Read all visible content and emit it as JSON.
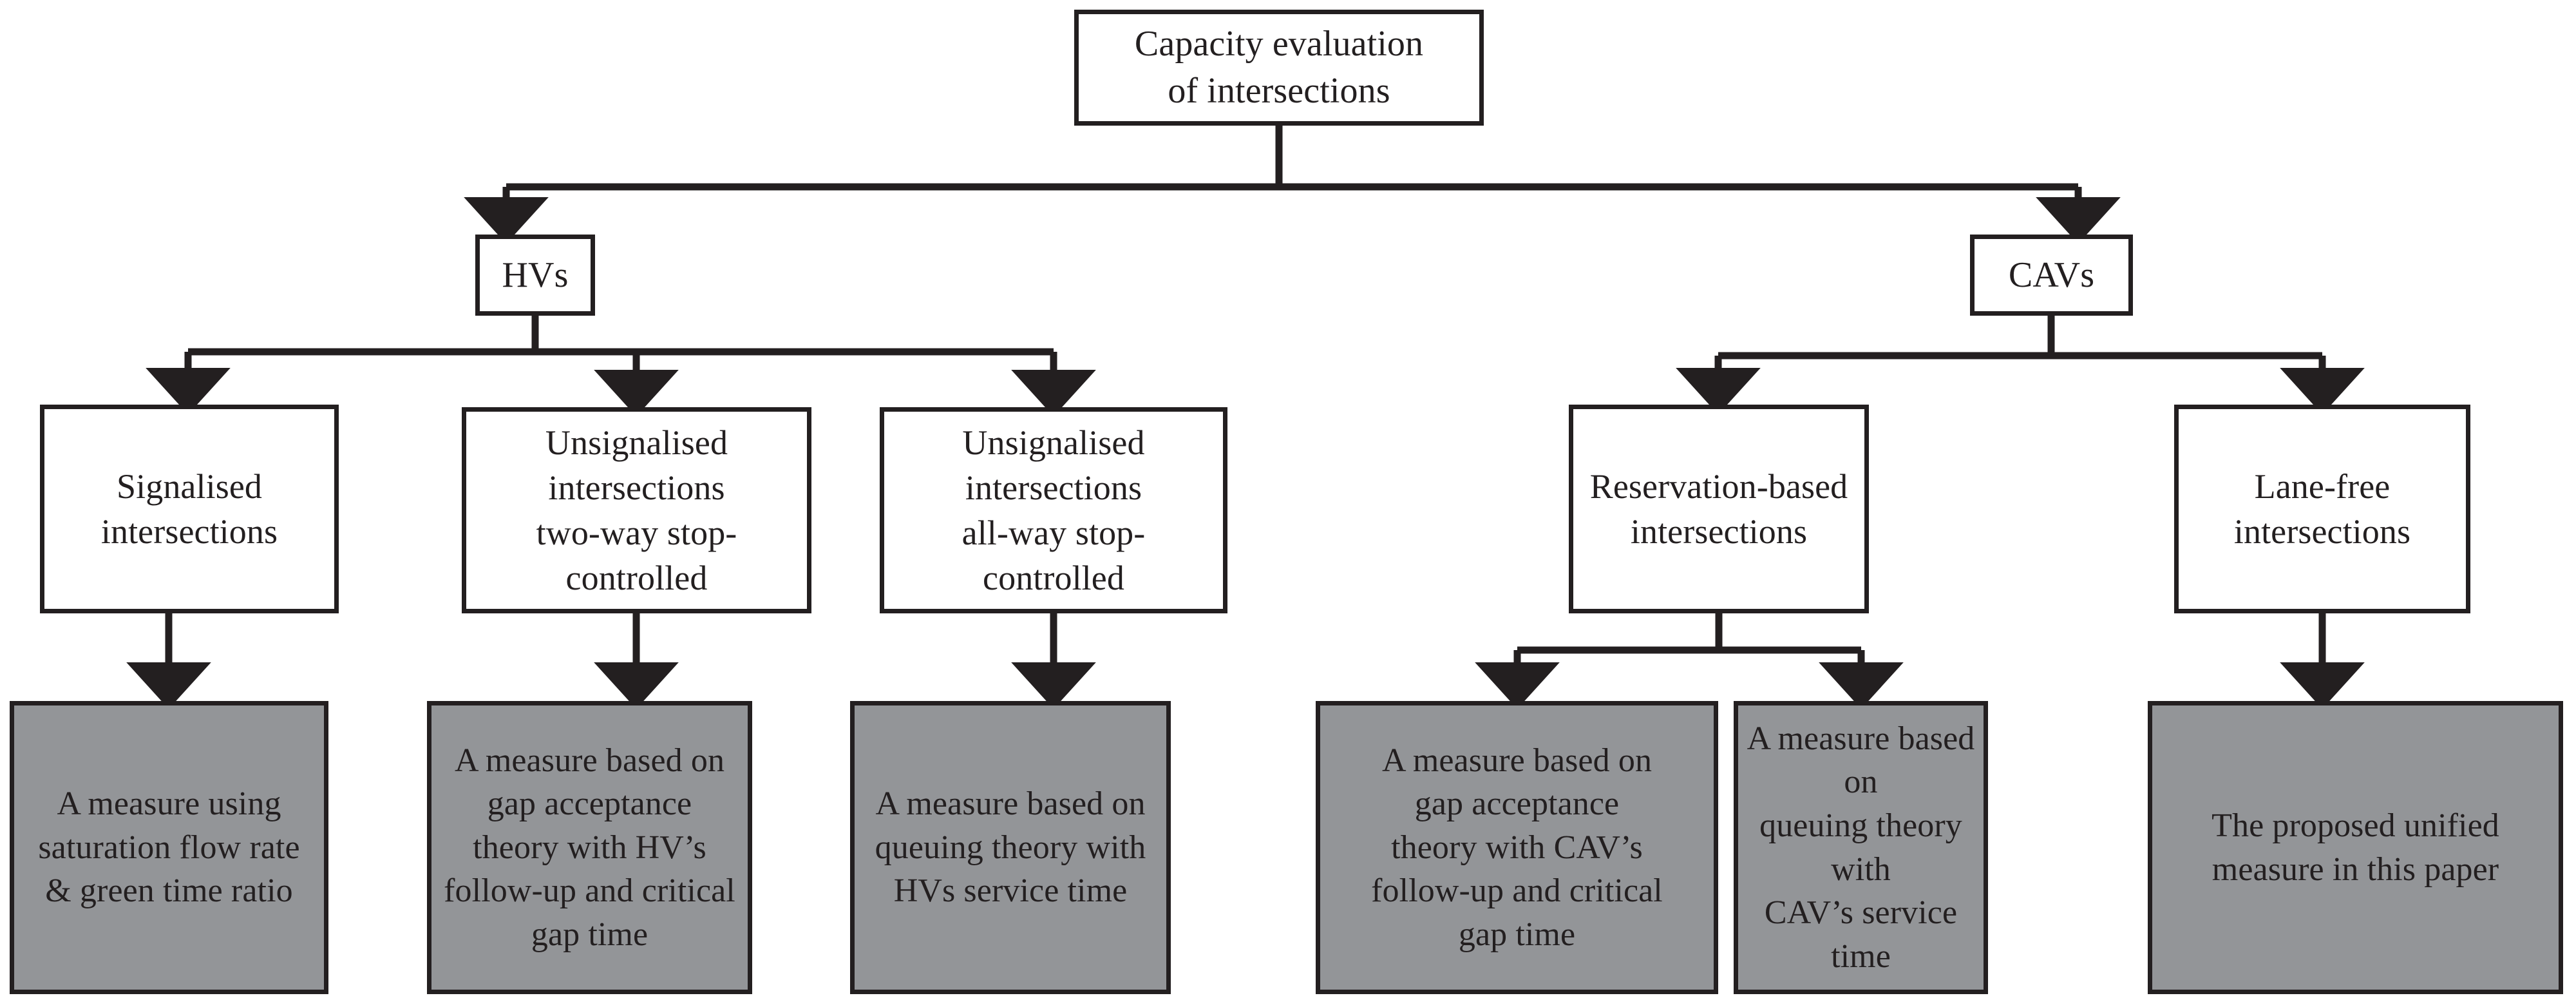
{
  "diagram": {
    "title": "Capacity evaluation of intersections taxonomy",
    "colors": {
      "line": "#231f20",
      "box_fill": "#ffffff",
      "shaded_fill": "#939598",
      "text": "#231f20",
      "background": "#ffffff"
    },
    "nodes": {
      "root": "Capacity evaluation\nof intersections",
      "hvs": "HVs",
      "cavs": "CAVs",
      "signalised": "Signalised\nintersections",
      "unsignalised_two_way": "Unsignalised\nintersections\ntwo-way stop-\ncontrolled",
      "unsignalised_all_way": "Unsignalised\nintersections\nall-way stop-\ncontrolled",
      "reservation_based": "Reservation-based\nintersections",
      "lane_free": "Lane-free\nintersections",
      "measure_saturation": "A measure using\nsaturation flow rate\n& green time ratio",
      "measure_gap_hv": "A measure based on\ngap acceptance\ntheory with HV’s\nfollow-up and critical\ngap time",
      "measure_queue_hv": "A measure based on\nqueuing theory with\nHVs service time",
      "measure_gap_cav": "A measure based on\ngap acceptance\ntheory with CAV’s\nfollow-up and critical\ngap time",
      "measure_queue_cav": "A measure based on\nqueuing theory with\nCAV’s service time",
      "measure_unified": "The proposed unified\nmeasure in this paper"
    },
    "edges": [
      {
        "from": "root",
        "to": "hvs",
        "style": "elbow-arrow"
      },
      {
        "from": "root",
        "to": "cavs",
        "style": "elbow-arrow"
      },
      {
        "from": "hvs",
        "to": "signalised",
        "style": "elbow-arrow"
      },
      {
        "from": "hvs",
        "to": "unsignalised_two_way",
        "style": "straight-arrow"
      },
      {
        "from": "hvs",
        "to": "unsignalised_all_way",
        "style": "elbow-arrow"
      },
      {
        "from": "cavs",
        "to": "reservation_based",
        "style": "elbow-arrow"
      },
      {
        "from": "cavs",
        "to": "lane_free",
        "style": "elbow-arrow"
      },
      {
        "from": "signalised",
        "to": "measure_saturation",
        "style": "straight-arrow"
      },
      {
        "from": "unsignalised_two_way",
        "to": "measure_gap_hv",
        "style": "straight-arrow"
      },
      {
        "from": "unsignalised_all_way",
        "to": "measure_queue_hv",
        "style": "straight-arrow"
      },
      {
        "from": "reservation_based",
        "to": "measure_gap_cav",
        "style": "elbow-arrow"
      },
      {
        "from": "reservation_based",
        "to": "measure_queue_cav",
        "style": "elbow-arrow"
      },
      {
        "from": "lane_free",
        "to": "measure_unified",
        "style": "straight-arrow"
      }
    ]
  }
}
